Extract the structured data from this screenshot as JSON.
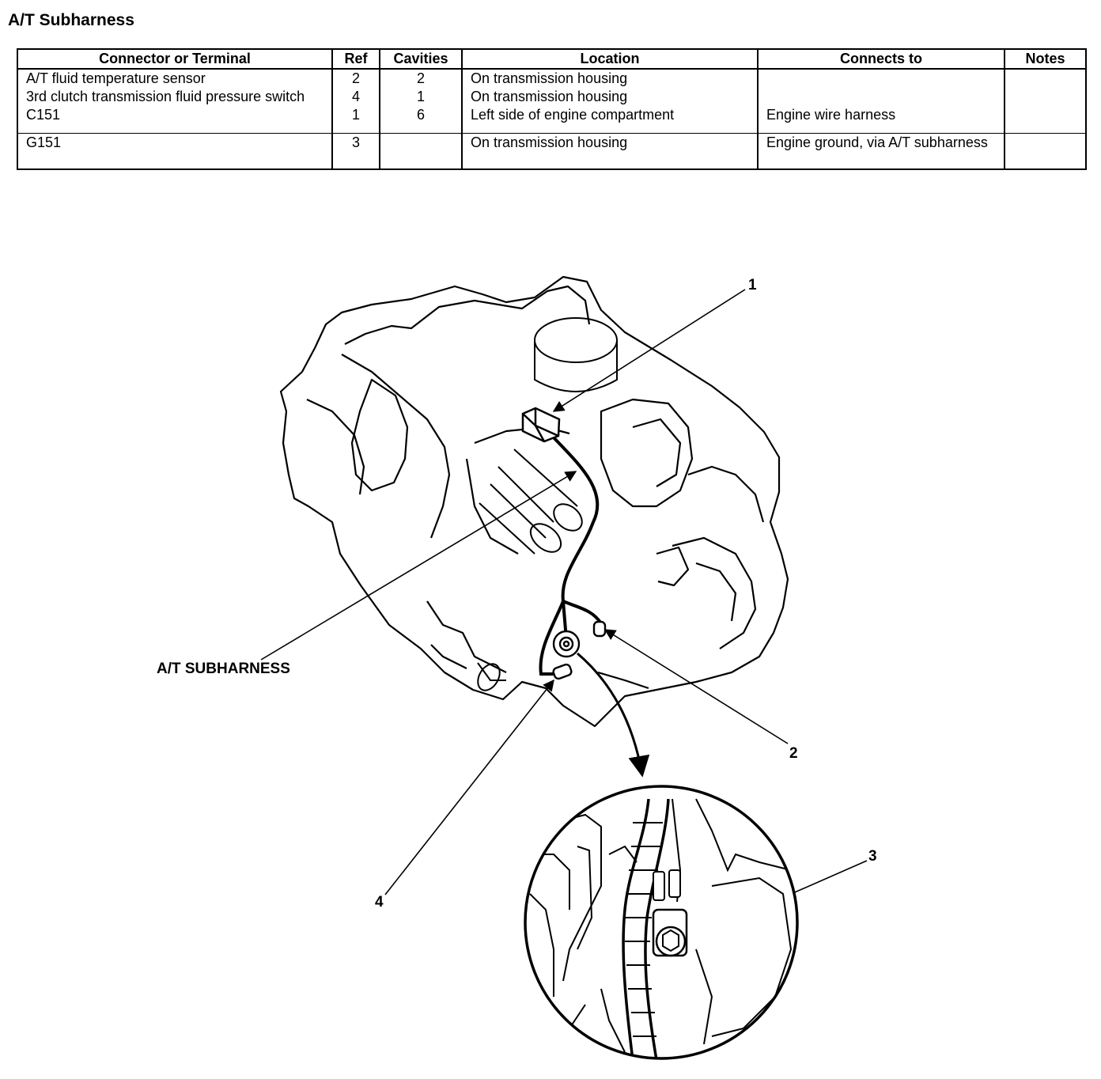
{
  "title": "A/T Subharness",
  "table": {
    "headers": [
      "Connector or Terminal",
      "Ref",
      "Cavities",
      "Location",
      "Connects to",
      "Notes"
    ],
    "rows": [
      {
        "connector": "A/T fluid temperature sensor",
        "ref": "2",
        "cavities": "2",
        "location": "On transmission housing",
        "connects_to": "",
        "notes": ""
      },
      {
        "connector": "3rd clutch transmission fluid pressure switch",
        "ref": "4",
        "cavities": "1",
        "location": "On transmission housing",
        "connects_to": "",
        "notes": ""
      },
      {
        "connector": "C151",
        "ref": "1",
        "cavities": "6",
        "location": "Left side of engine compartment",
        "connects_to": "Engine wire harness",
        "notes": ""
      },
      {
        "connector": "G151",
        "ref": "3",
        "cavities": "",
        "location": "On transmission housing",
        "connects_to": "Engine ground, via A/T subharness",
        "notes": ""
      }
    ]
  },
  "figure": {
    "subharness_label": "A/T SUBHARNESS",
    "callouts": {
      "c1": "1",
      "c2": "2",
      "c3": "3",
      "c4": "4"
    }
  }
}
